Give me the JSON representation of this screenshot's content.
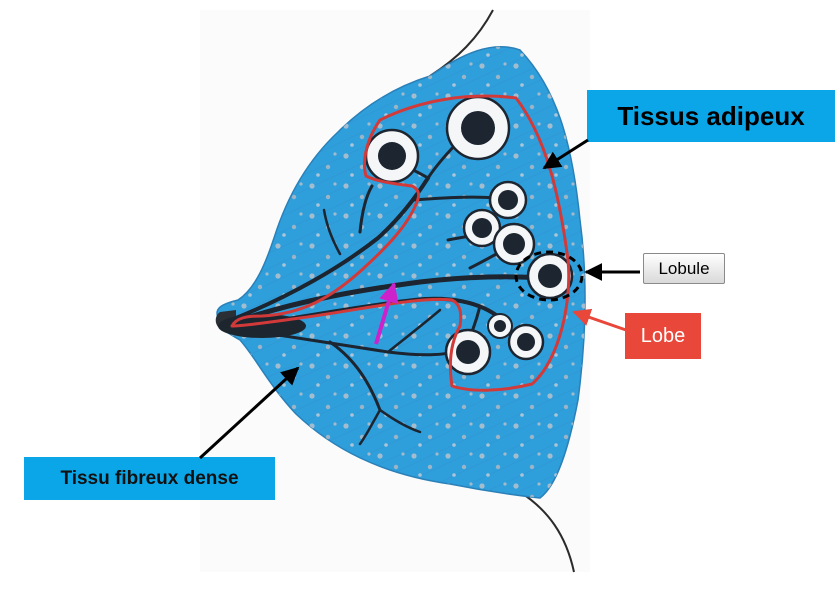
{
  "labels": {
    "tissus_adipeux": "Tissus adipeux",
    "lobule": "Lobule",
    "lobe": "Lobe",
    "tissu_fibreux_dense": "Tissu fibreux dense"
  },
  "colors": {
    "tissue_blue": "#2f9fdc",
    "label_blue": "#0aa6e8",
    "lobe_red": "#e8473a",
    "lobe_outline": "#d23a3a",
    "duct_dark": "#1c2530",
    "pointer_magenta": "#cc22cc",
    "lobule_white": "#f4f6f8"
  }
}
